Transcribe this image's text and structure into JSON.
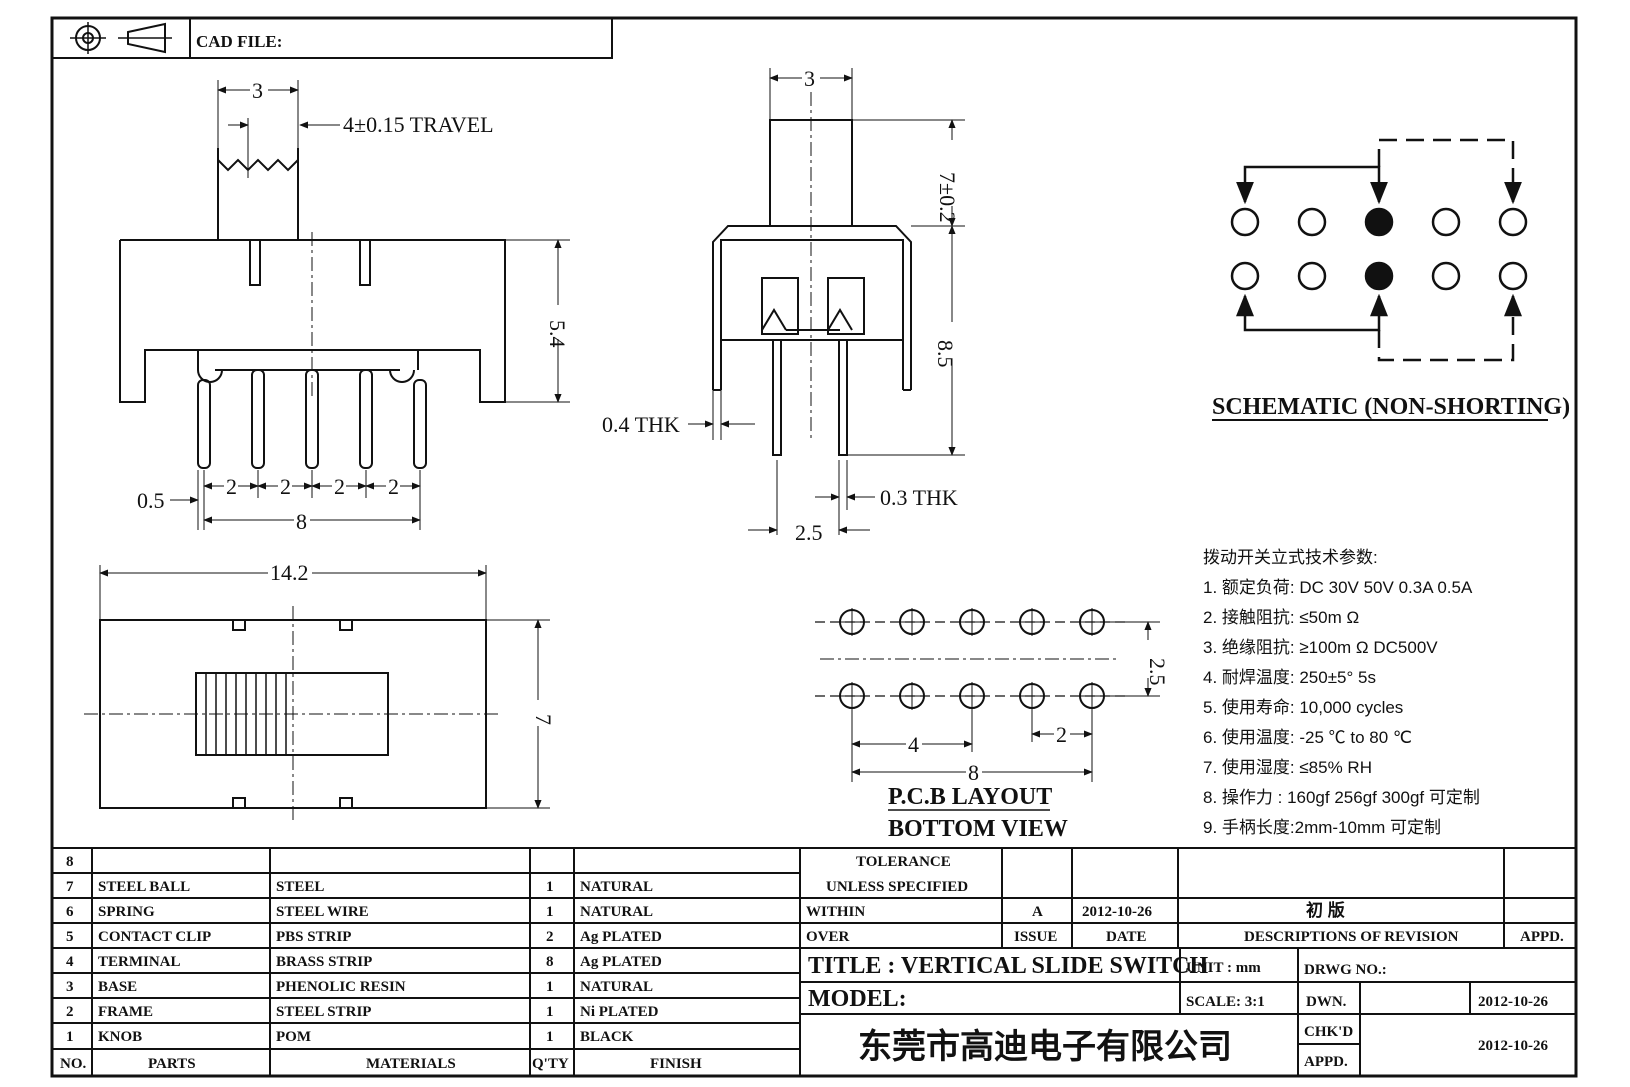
{
  "header": {
    "cad_file_label": "CAD FILE:"
  },
  "side_view": {
    "dim_top": "3",
    "travel": "4±0.15 TRAVEL",
    "height": "5.4",
    "pin_width": "0.5",
    "pitch_1": "2",
    "pitch_2": "2",
    "pitch_3": "2",
    "pitch_4": "2",
    "total_pitch": "8"
  },
  "end_view": {
    "knob_width": "3",
    "knob_height": "7±0.2",
    "body_height": "8.5",
    "frame_thk": "0.4 THK",
    "pin_thk": "0.3 THK",
    "pin_spacing": "2.5"
  },
  "top_view": {
    "length": "14.2",
    "width": "7"
  },
  "pcb": {
    "row_spacing": "2.5",
    "dim_4": "4",
    "dim_2": "2",
    "dim_8": "8",
    "title_1": "P.C.B LAYOUT",
    "title_2": "BOTTOM VIEW"
  },
  "schematic": {
    "title": "SCHEMATIC (NON-SHORTING)"
  },
  "specs": {
    "heading": "拨动开关立式技术参数:",
    "items": [
      "1.  额定负荷: DC 30V    50V    0.3A    0.5A",
      "2.  接触阻抗:  ≤50m Ω",
      "3.  绝缘阻抗:  ≥100m Ω   DC500V",
      "4.  耐焊温度: 250±5°   5s",
      "5.  使用寿命: 10,000 cycles",
      "6.  使用温度: -25  ℃   to 80  ℃",
      "7.  使用湿度:  ≤85% RH",
      "8.  操作力 : 160gf    256gf    300gf  可定制",
      "9.  手柄长度:2mm-10mm   可定制"
    ]
  },
  "parts_table": {
    "header": {
      "no": "NO.",
      "parts": "PARTS",
      "materials": "MATERIALS",
      "qty": "Q'TY",
      "finish": "FINISH"
    },
    "rows": [
      {
        "no": "8",
        "part": "",
        "material": "",
        "qty": "",
        "finish": ""
      },
      {
        "no": "7",
        "part": "STEEL BALL",
        "material": "STEEL",
        "qty": "1",
        "finish": "NATURAL"
      },
      {
        "no": "6",
        "part": "SPRING",
        "material": "STEEL WIRE",
        "qty": "1",
        "finish": "NATURAL"
      },
      {
        "no": "5",
        "part": "CONTACT CLIP",
        "material": "PBS STRIP",
        "qty": "2",
        "finish": "Ag PLATED"
      },
      {
        "no": "4",
        "part": "TERMINAL",
        "material": "BRASS STRIP",
        "qty": "8",
        "finish": "Ag PLATED"
      },
      {
        "no": "3",
        "part": "BASE",
        "material": "PHENOLIC RESIN",
        "qty": "1",
        "finish": "NATURAL"
      },
      {
        "no": "2",
        "part": "FRAME",
        "material": "STEEL STRIP",
        "qty": "1",
        "finish": "Ni PLATED"
      },
      {
        "no": "1",
        "part": "KNOB",
        "material": "POM",
        "qty": "1",
        "finish": "BLACK"
      }
    ]
  },
  "title_block": {
    "tolerance": "TOLERANCE",
    "unless": "UNLESS   SPECIFIED",
    "within": "WITHIN",
    "over": "OVER",
    "issue_value": "A",
    "date_value": "2012-10-26",
    "revision_desc": "初  版",
    "issue_label": "ISSUE",
    "date_label": "DATE",
    "descriptions_label": "DESCRIPTIONS  OF  REVISION",
    "appd_label": "APPD.",
    "title": "TITLE :   VERTICAL  SLIDE  SWITCH",
    "unit": "UNIT :   mm",
    "drwg_no": "DRWG  NO.:",
    "model": "MODEL:",
    "scale": "SCALE:   3:1",
    "dwn": "DWN.",
    "dwn_date": "2012-10-26",
    "chkd": "CHK'D",
    "chkd_date": "2012-10-26",
    "appd2": "APPD.",
    "company": "东莞市高迪电子有限公司"
  }
}
